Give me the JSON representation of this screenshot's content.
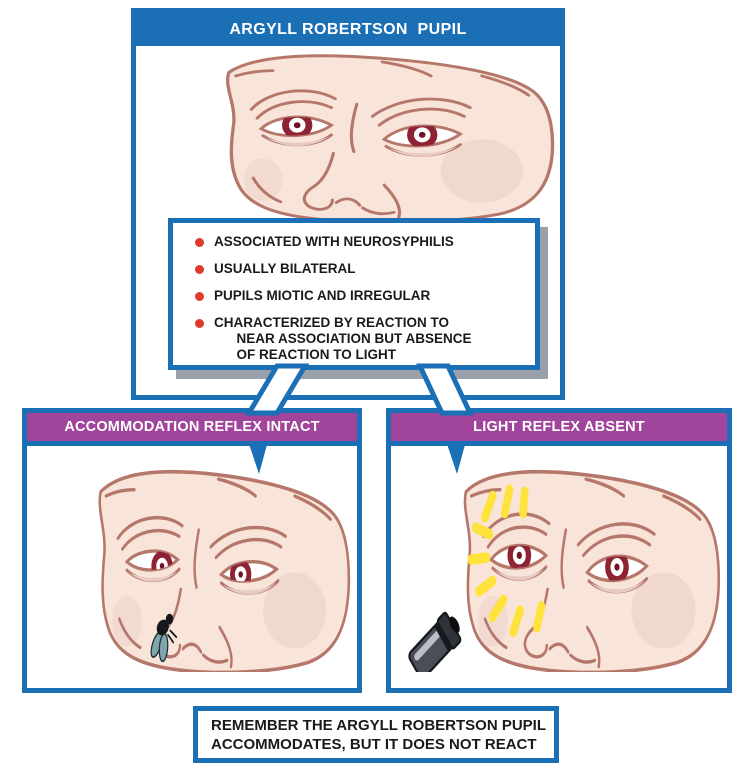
{
  "colors": {
    "border_blue": "#1b6fb5",
    "header_purple": "#a0459b",
    "bullet_red": "#e03a2d",
    "skin": "#f9e4da",
    "face_outline": "#b5776a",
    "iris_maroon": "#8e2433",
    "ray_yellow": "#ffe23c",
    "shadow_gray": "#99a0aa"
  },
  "top_panel": {
    "title": "ARGYLL ROBERTSON  PUPIL"
  },
  "callout": {
    "bullets": [
      "ASSOCIATED WITH NEUROSYPHILIS",
      "USUALLY BILATERAL",
      "PUPILS MIOTIC AND IRREGULAR",
      "CHARACTERIZED BY REACTION TO\n      NEAR ASSOCIATION BUT ABSENCE\n      OF REACTION TO LIGHT"
    ]
  },
  "left_panel": {
    "title": "ACCOMMODATION REFLEX INTACT"
  },
  "right_panel": {
    "title": "LIGHT REFLEX ABSENT"
  },
  "footer": {
    "text": "REMEMBER THE ARGYLL ROBERTSON PUPIL\nACCOMMODATES, BUT IT DOES NOT REACT"
  }
}
